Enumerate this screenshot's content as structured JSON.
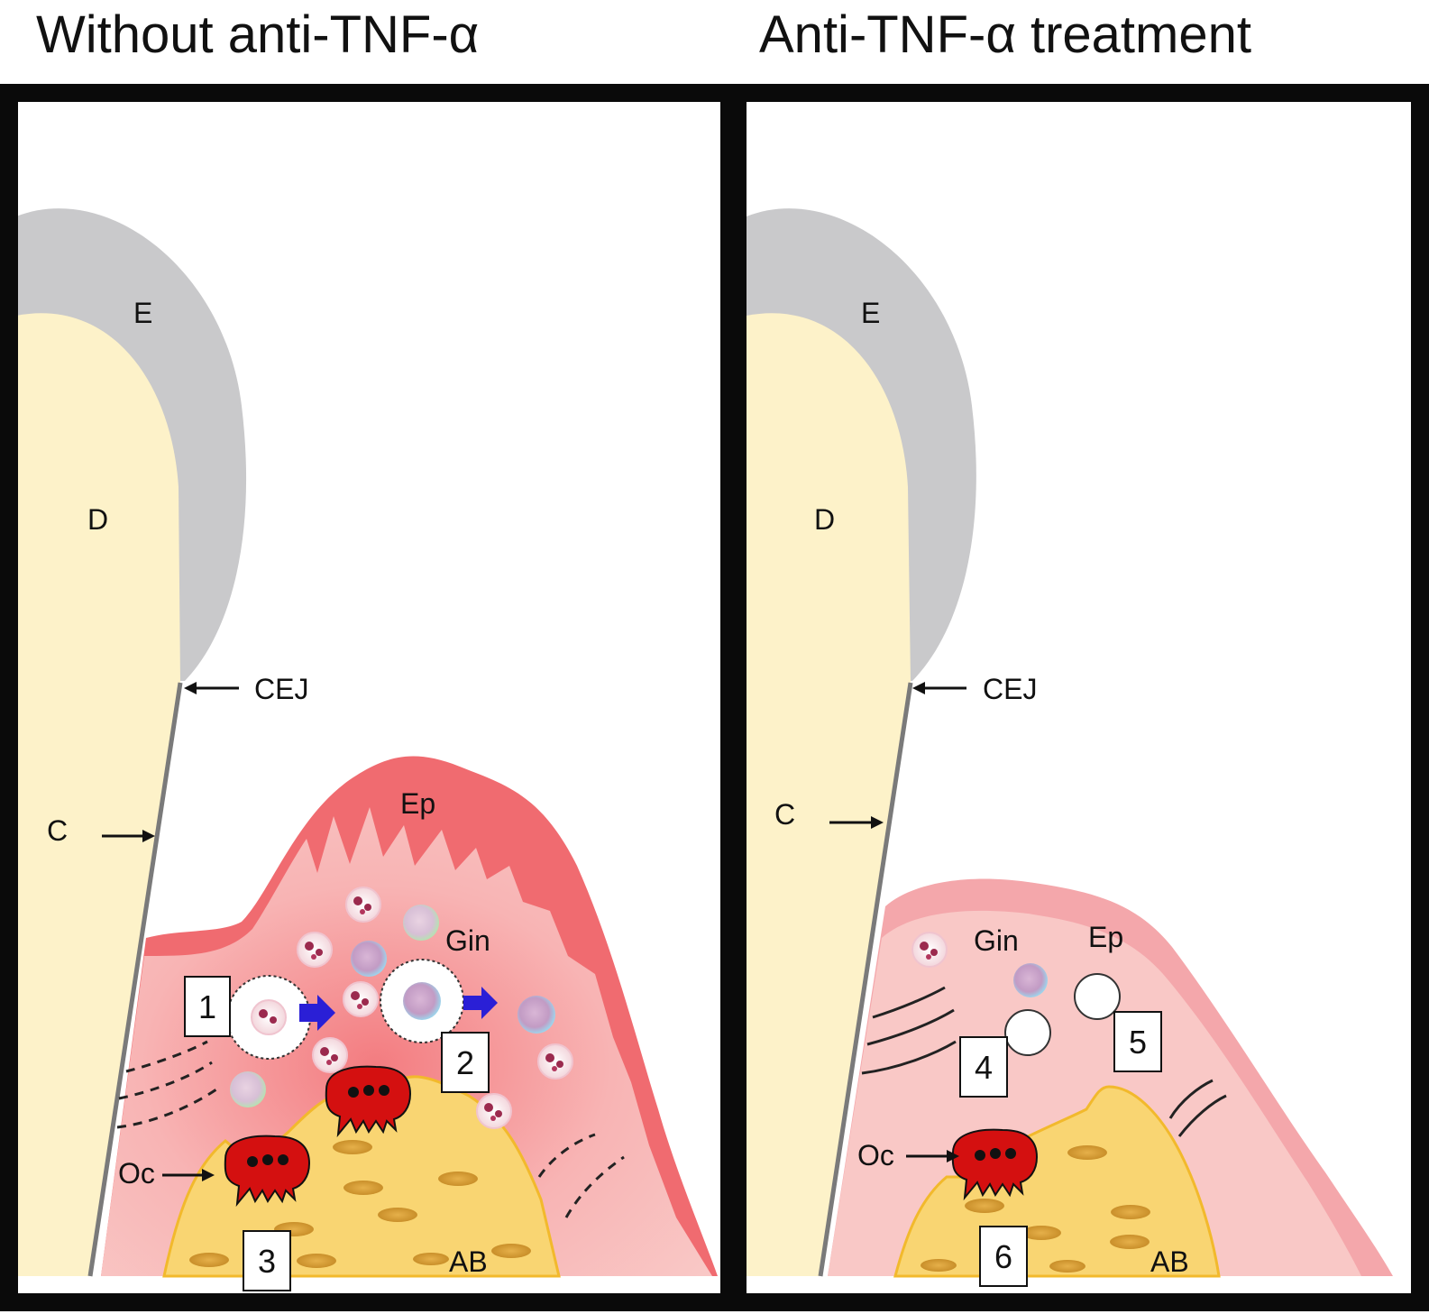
{
  "panels": [
    {
      "title": "Without anti-TNF-α",
      "labels": {
        "enamel": "E",
        "dentin": "D",
        "cej": "CEJ",
        "cementum": "C",
        "epithelium": "Ep",
        "gingiva": "Gin",
        "osteoclast": "Oc",
        "alveolar_bone": "AB"
      },
      "markers": [
        "1",
        "2",
        "3"
      ]
    },
    {
      "title": "Anti-TNF-α treatment",
      "labels": {
        "enamel": "E",
        "dentin": "D",
        "cej": "CEJ",
        "cementum": "C",
        "epithelium": "Ep",
        "gingiva": "Gin",
        "osteoclast": "Oc",
        "alveolar_bone": "AB"
      },
      "markers": [
        "4",
        "5",
        "6"
      ]
    }
  ],
  "colors": {
    "enamel": "#c9c9cb",
    "dentin": "#fdf2c9",
    "gingiva_light": "#f8c3c3",
    "gingiva_dark": "#f06b70",
    "bone": "#f9d572",
    "bone_edge": "#f2b92c",
    "osteoclast": "#d41010",
    "arrow_blue": "#2a1fd6",
    "frame": "#0a0a0a"
  }
}
